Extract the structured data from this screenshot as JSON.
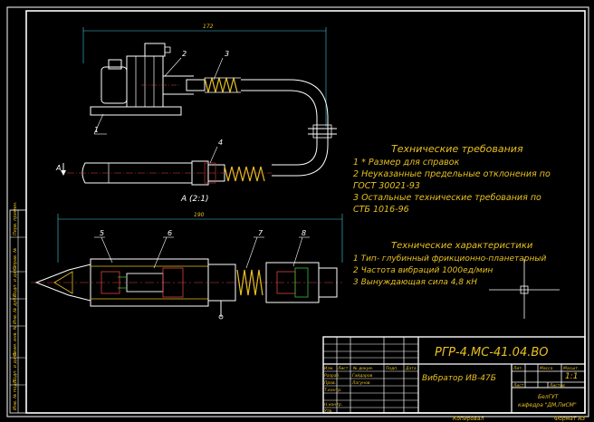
{
  "requirements": {
    "heading": "Технические требования",
    "items": [
      "1 * Размер для справок",
      "2 Неуказанные предельные отклонения по",
      "ГОСТ 30021-93",
      "3 Остальные технические требования по",
      "СТБ 1016-96"
    ]
  },
  "characteristics": {
    "heading": "Технические характеристики",
    "items": [
      "1 Тип- глубинный фрикционно-планетарный",
      "2 Частота вибраций 1000ед/мин",
      "3 Вынуждающая сила 4,8 кН"
    ]
  },
  "callouts": [
    "1",
    "2",
    "3",
    "4",
    "5",
    "6",
    "7",
    "8"
  ],
  "section_label": "А (2:1)",
  "view_marker": "А",
  "dimensions": {
    "top": "172",
    "bottom": "190"
  },
  "title_block": {
    "designation": "РГР-4.МС-41.04.ВО",
    "name": "Вибратор ИВ-47Б",
    "scale": "1:1",
    "col_lit": "Лит.",
    "col_mass": "Масса",
    "col_scale": "Масшт.",
    "sheet": "Лист",
    "sheets": "Листов",
    "org1": "БелГУТ",
    "org2": "кафедра \"ДМ,ПиСМ\"",
    "format": "Формат А3",
    "copied": "Копировал",
    "left_labels": [
      "Изм.",
      "Лист",
      "№ докум.",
      "Подп.",
      "Дата"
    ],
    "roles": [
      "Разраб.",
      "Пров.",
      "Т.контр.",
      "Н.контр.",
      "Утв."
    ],
    "persons": [
      "Гайдаров",
      "Лагунов"
    ]
  },
  "side_strip": [
    "Перв. примен.",
    "Справ. №",
    "Подп. и дата",
    "Инв. № дубл.",
    "Взам. инв. №",
    "Подп. и дата",
    "Инв. № подл."
  ]
}
